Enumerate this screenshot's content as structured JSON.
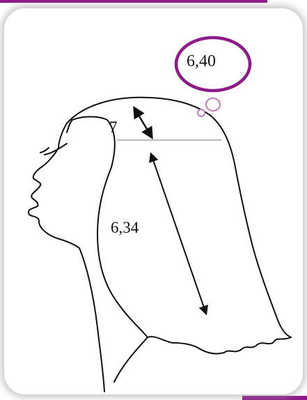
{
  "labels": {
    "top_measure": "7",
    "hair_length": "6,34",
    "thought_bubble": "6,40"
  },
  "colors": {
    "accent": "#8e1a8a",
    "bubble_outline": "#8e1a8a",
    "bubble_small_outline": "#c07ab8",
    "line": "#111111"
  },
  "icons": {
    "arrow_top": "double-arrow-icon",
    "arrow_length": "double-arrow-icon"
  }
}
